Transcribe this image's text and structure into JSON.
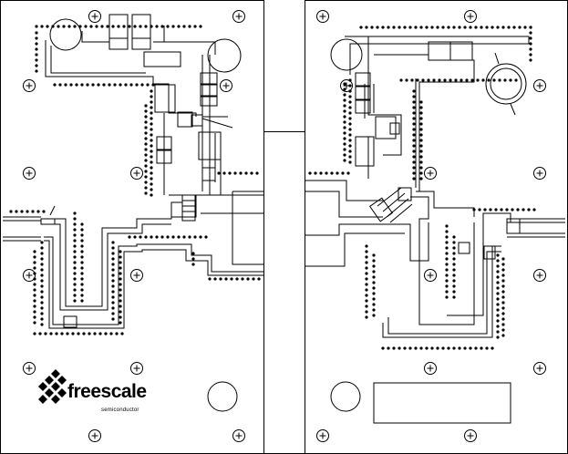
{
  "logo": {
    "brand": "freescale",
    "tagline": "semiconductor"
  },
  "colors": {
    "ink": "#000000",
    "board": "#ffffff"
  },
  "icons": {
    "mounting_hole": "circle-plus",
    "via": "dot",
    "logo_mark": "freescale-diamond-logo"
  }
}
